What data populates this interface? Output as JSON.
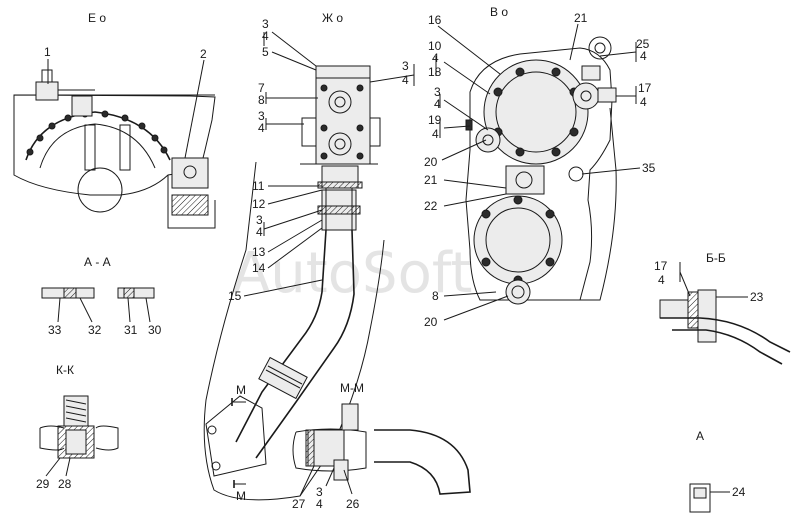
{
  "views": {
    "e": "Е о",
    "zh": "Ж о",
    "v": "В о",
    "aa": "А - А",
    "kk": "К-К",
    "mm": "М-М",
    "bb": "Б-Б",
    "a": "А"
  },
  "section_marks": {
    "m_top": "М",
    "m_bottom": "М"
  },
  "watermark": "AutoSoft",
  "callouts": {
    "c1": "1",
    "c2": "2",
    "zh_3a": "3",
    "zh_4a": "4",
    "zh_5": "5",
    "zh_34r_3": "3",
    "zh_34r_4": "4",
    "zh_7": "7",
    "zh_8": "8",
    "zh_3b": "3",
    "zh_4b": "4",
    "zh_11": "11",
    "zh_12": "12",
    "zh_3c": "3",
    "zh_4c": "4",
    "zh_13": "13",
    "zh_14": "14",
    "zh_15": "15",
    "v_16": "16",
    "v_21a": "21",
    "v_10": "10",
    "v_4a": "4",
    "v_18": "18",
    "v_25": "25",
    "v_4b": "4",
    "v_3": "3",
    "v_4c": "4",
    "v_17": "17",
    "v_4d": "4",
    "v_19": "19",
    "v_4e": "4",
    "v_20a": "20",
    "v_21b": "21",
    "v_35": "35",
    "v_22": "22",
    "v_8": "8",
    "v_20b": "20",
    "aa_33": "33",
    "aa_32": "32",
    "aa_31": "31",
    "aa_30": "30",
    "kk_29": "29",
    "kk_28": "28",
    "mm_27": "27",
    "mm_3": "3",
    "mm_4": "4",
    "mm_26": "26",
    "bb_17": "17",
    "bb_4": "4",
    "bb_23": "23",
    "a_24": "24"
  }
}
